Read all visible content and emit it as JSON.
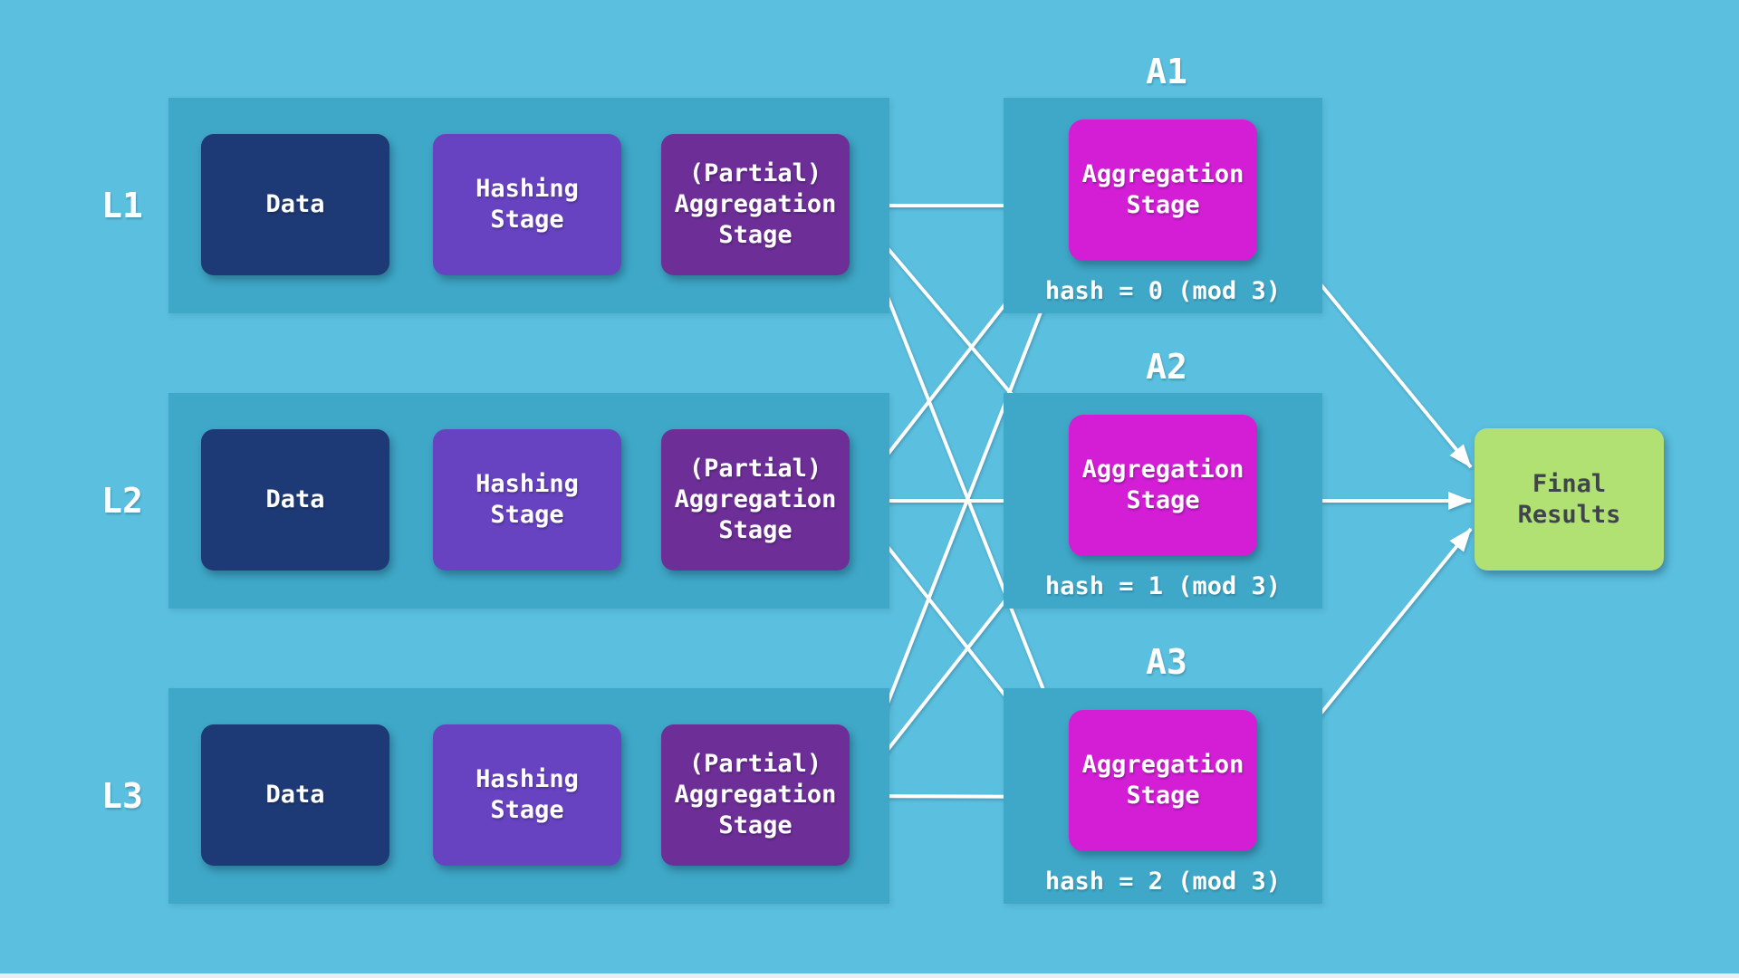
{
  "diagram": {
    "lanes": [
      {
        "id": "L1",
        "label": "L1",
        "boxes": [
          {
            "id": "l1-data",
            "label": "Data"
          },
          {
            "id": "l1-hashing",
            "label": "Hashing Stage"
          },
          {
            "id": "l1-partial",
            "label": "(Partial) Aggregation Stage"
          }
        ]
      },
      {
        "id": "L2",
        "label": "L2",
        "boxes": [
          {
            "id": "l2-data",
            "label": "Data"
          },
          {
            "id": "l2-hashing",
            "label": "Hashing Stage"
          },
          {
            "id": "l2-partial",
            "label": "(Partial) Aggregation Stage"
          }
        ]
      },
      {
        "id": "L3",
        "label": "L3",
        "boxes": [
          {
            "id": "l3-data",
            "label": "Data"
          },
          {
            "id": "l3-hashing",
            "label": "Hashing Stage"
          },
          {
            "id": "l3-partial",
            "label": "(Partial) Aggregation Stage"
          }
        ]
      }
    ],
    "aggregators": [
      {
        "id": "A1",
        "label": "A1",
        "box_label": "Aggregation Stage",
        "hash_label": "hash = 0 (mod 3)"
      },
      {
        "id": "A2",
        "label": "A2",
        "box_label": "Aggregation Stage",
        "hash_label": "hash = 1 (mod 3)"
      },
      {
        "id": "A3",
        "label": "A3",
        "box_label": "Aggregation Stage",
        "hash_label": "hash = 2 (mod 3)"
      }
    ],
    "final": {
      "id": "final",
      "label": "Final Results"
    },
    "edges": [
      {
        "from": "l1-data",
        "to": "l1-hashing"
      },
      {
        "from": "l1-hashing",
        "to": "l1-partial"
      },
      {
        "from": "l2-data",
        "to": "l2-hashing"
      },
      {
        "from": "l2-hashing",
        "to": "l2-partial"
      },
      {
        "from": "l3-data",
        "to": "l3-hashing"
      },
      {
        "from": "l3-hashing",
        "to": "l3-partial"
      },
      {
        "from": "l1-partial",
        "to": "A1"
      },
      {
        "from": "l1-partial",
        "to": "A2"
      },
      {
        "from": "l1-partial",
        "to": "A3"
      },
      {
        "from": "l2-partial",
        "to": "A1"
      },
      {
        "from": "l2-partial",
        "to": "A2"
      },
      {
        "from": "l2-partial",
        "to": "A3"
      },
      {
        "from": "l3-partial",
        "to": "A1"
      },
      {
        "from": "l3-partial",
        "to": "A2"
      },
      {
        "from": "l3-partial",
        "to": "A3"
      },
      {
        "from": "A1",
        "to": "final"
      },
      {
        "from": "A2",
        "to": "final"
      },
      {
        "from": "A3",
        "to": "final"
      }
    ],
    "colors": {
      "background": "#5bbfdf",
      "panel": "#3fa8c8",
      "data_box": "#1e3a76",
      "hashing_box": "#6743c1",
      "partial_box": "#6d2f97",
      "aggregation_box": "#d31ed6",
      "final_box": "#b2e173",
      "final_text": "#3f454b",
      "arrow": "#ffffff",
      "text": "#ffffff"
    }
  }
}
